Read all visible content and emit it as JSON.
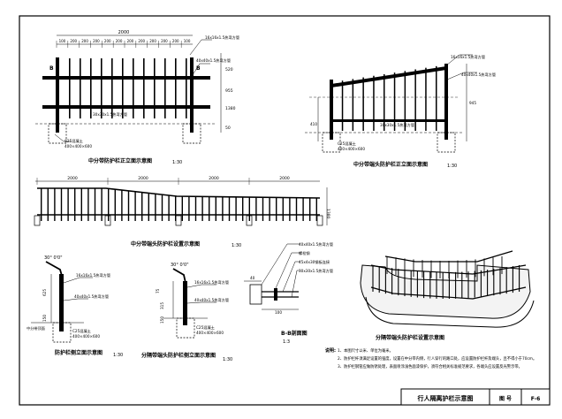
{
  "drawing": {
    "number_label": "图 号",
    "number_value": "F-6",
    "sheet_title": "行人隔离护栏示意图"
  },
  "figures": {
    "center_elevation": {
      "title": "中分带防护栏正立面示意图",
      "scale": "1:30",
      "overall_dim": "2000",
      "spacings": [
        "100",
        "200",
        "200",
        "200",
        "200",
        "200",
        "200",
        "200",
        "200",
        "200",
        "200",
        "100"
      ],
      "height_dims": [
        "520",
        "955",
        "1380",
        "50"
      ],
      "labels": {
        "pipe_top": "16x16x1.5热弯方管",
        "rail": "40x40x1.5热弯方管",
        "bar_mid": "30x30x1.5热弯方管",
        "base_block": "C25混凝土",
        "base_size": "400×400×600",
        "section_mark": "B"
      }
    },
    "end_elevation": {
      "title": "中分带端头防护栏正立面示意图",
      "scale": "1:30",
      "labels": {
        "pipe_top": "16x16x1.5热弯方管",
        "rail": "40x40x1.5热弯方管",
        "bar_mid": "30x30x1.5热弯方管",
        "base_block": "C25混凝土",
        "base_size": "400×400×600",
        "dim_a": "945",
        "dim_b": "410"
      }
    },
    "layout": {
      "title": "中分带端头防护栏设置示意图",
      "scale": "1:30",
      "segments": [
        "2000",
        "2000",
        "2000",
        "2000"
      ],
      "height_dim": "1380"
    },
    "side_elevation": {
      "title": "防护栏侧立面示意图",
      "scale": "1:30",
      "angle": "30° 0'0\"",
      "labels": {
        "pipe_top": "16x16x1.5热弯方管",
        "rail": "40x40x1.5热弯方管",
        "ground": "中分带顶面",
        "base_block": "C25混凝土",
        "base_size": "400×400×600",
        "dims": [
          "625",
          "150"
        ]
      }
    },
    "end_side": {
      "title": "分隔带端头防护栏侧立面示意图",
      "scale": "1:30",
      "angle": "30° 0'0\"",
      "labels": {
        "pipe_top": "16x16x1.5热弯方管",
        "rail": "40x40x1.5热弯方管",
        "base_block": "C25混凝土",
        "base_size": "400×400×600",
        "dims": [
          "315",
          "75",
          "150"
        ]
      }
    },
    "section_bb": {
      "title": "B-B剖面图",
      "scale": "1:3",
      "labels": {
        "l1": "40x40x1.5热弯方管",
        "l2": "螺栓钢",
        "l3": "45x4x30钢板连接",
        "l4": "30x30x1.5热弯方管",
        "dim_w": "40",
        "dim_b": "100"
      }
    },
    "perspective": {
      "title": "分隔带端头防护栏设置示意图"
    }
  },
  "notes": {
    "heading": "说明:",
    "items": [
      "1、本图尺寸以米、单位为毫米。",
      "2、防护栏杆须满足设置的强度，设置在中分带内侧，行人穿行的路口处，应设置防护栏杆及端头，且不得小于70cm。",
      "3、防护栏钢管应做防锈处理，表面喷涂浅色面漆保护，须符合相关标准规范要求，各端头应设置反光警示带。"
    ]
  }
}
